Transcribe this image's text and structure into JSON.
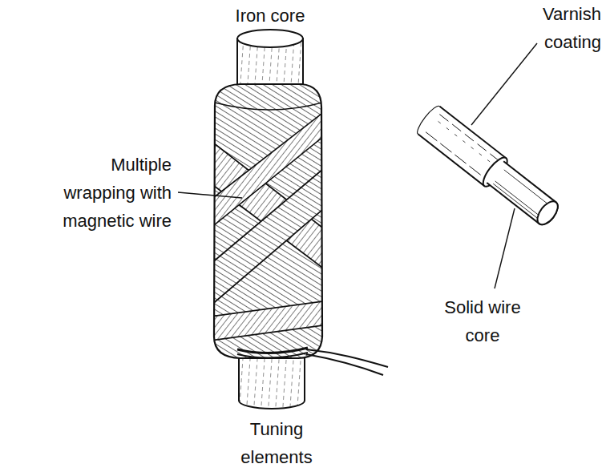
{
  "diagram": {
    "labels": [
      "Iron core",
      "Multiple wrapping with magnetic wire",
      "Varnish coating",
      "Solid wire core",
      "Tuning elements"
    ]
  }
}
